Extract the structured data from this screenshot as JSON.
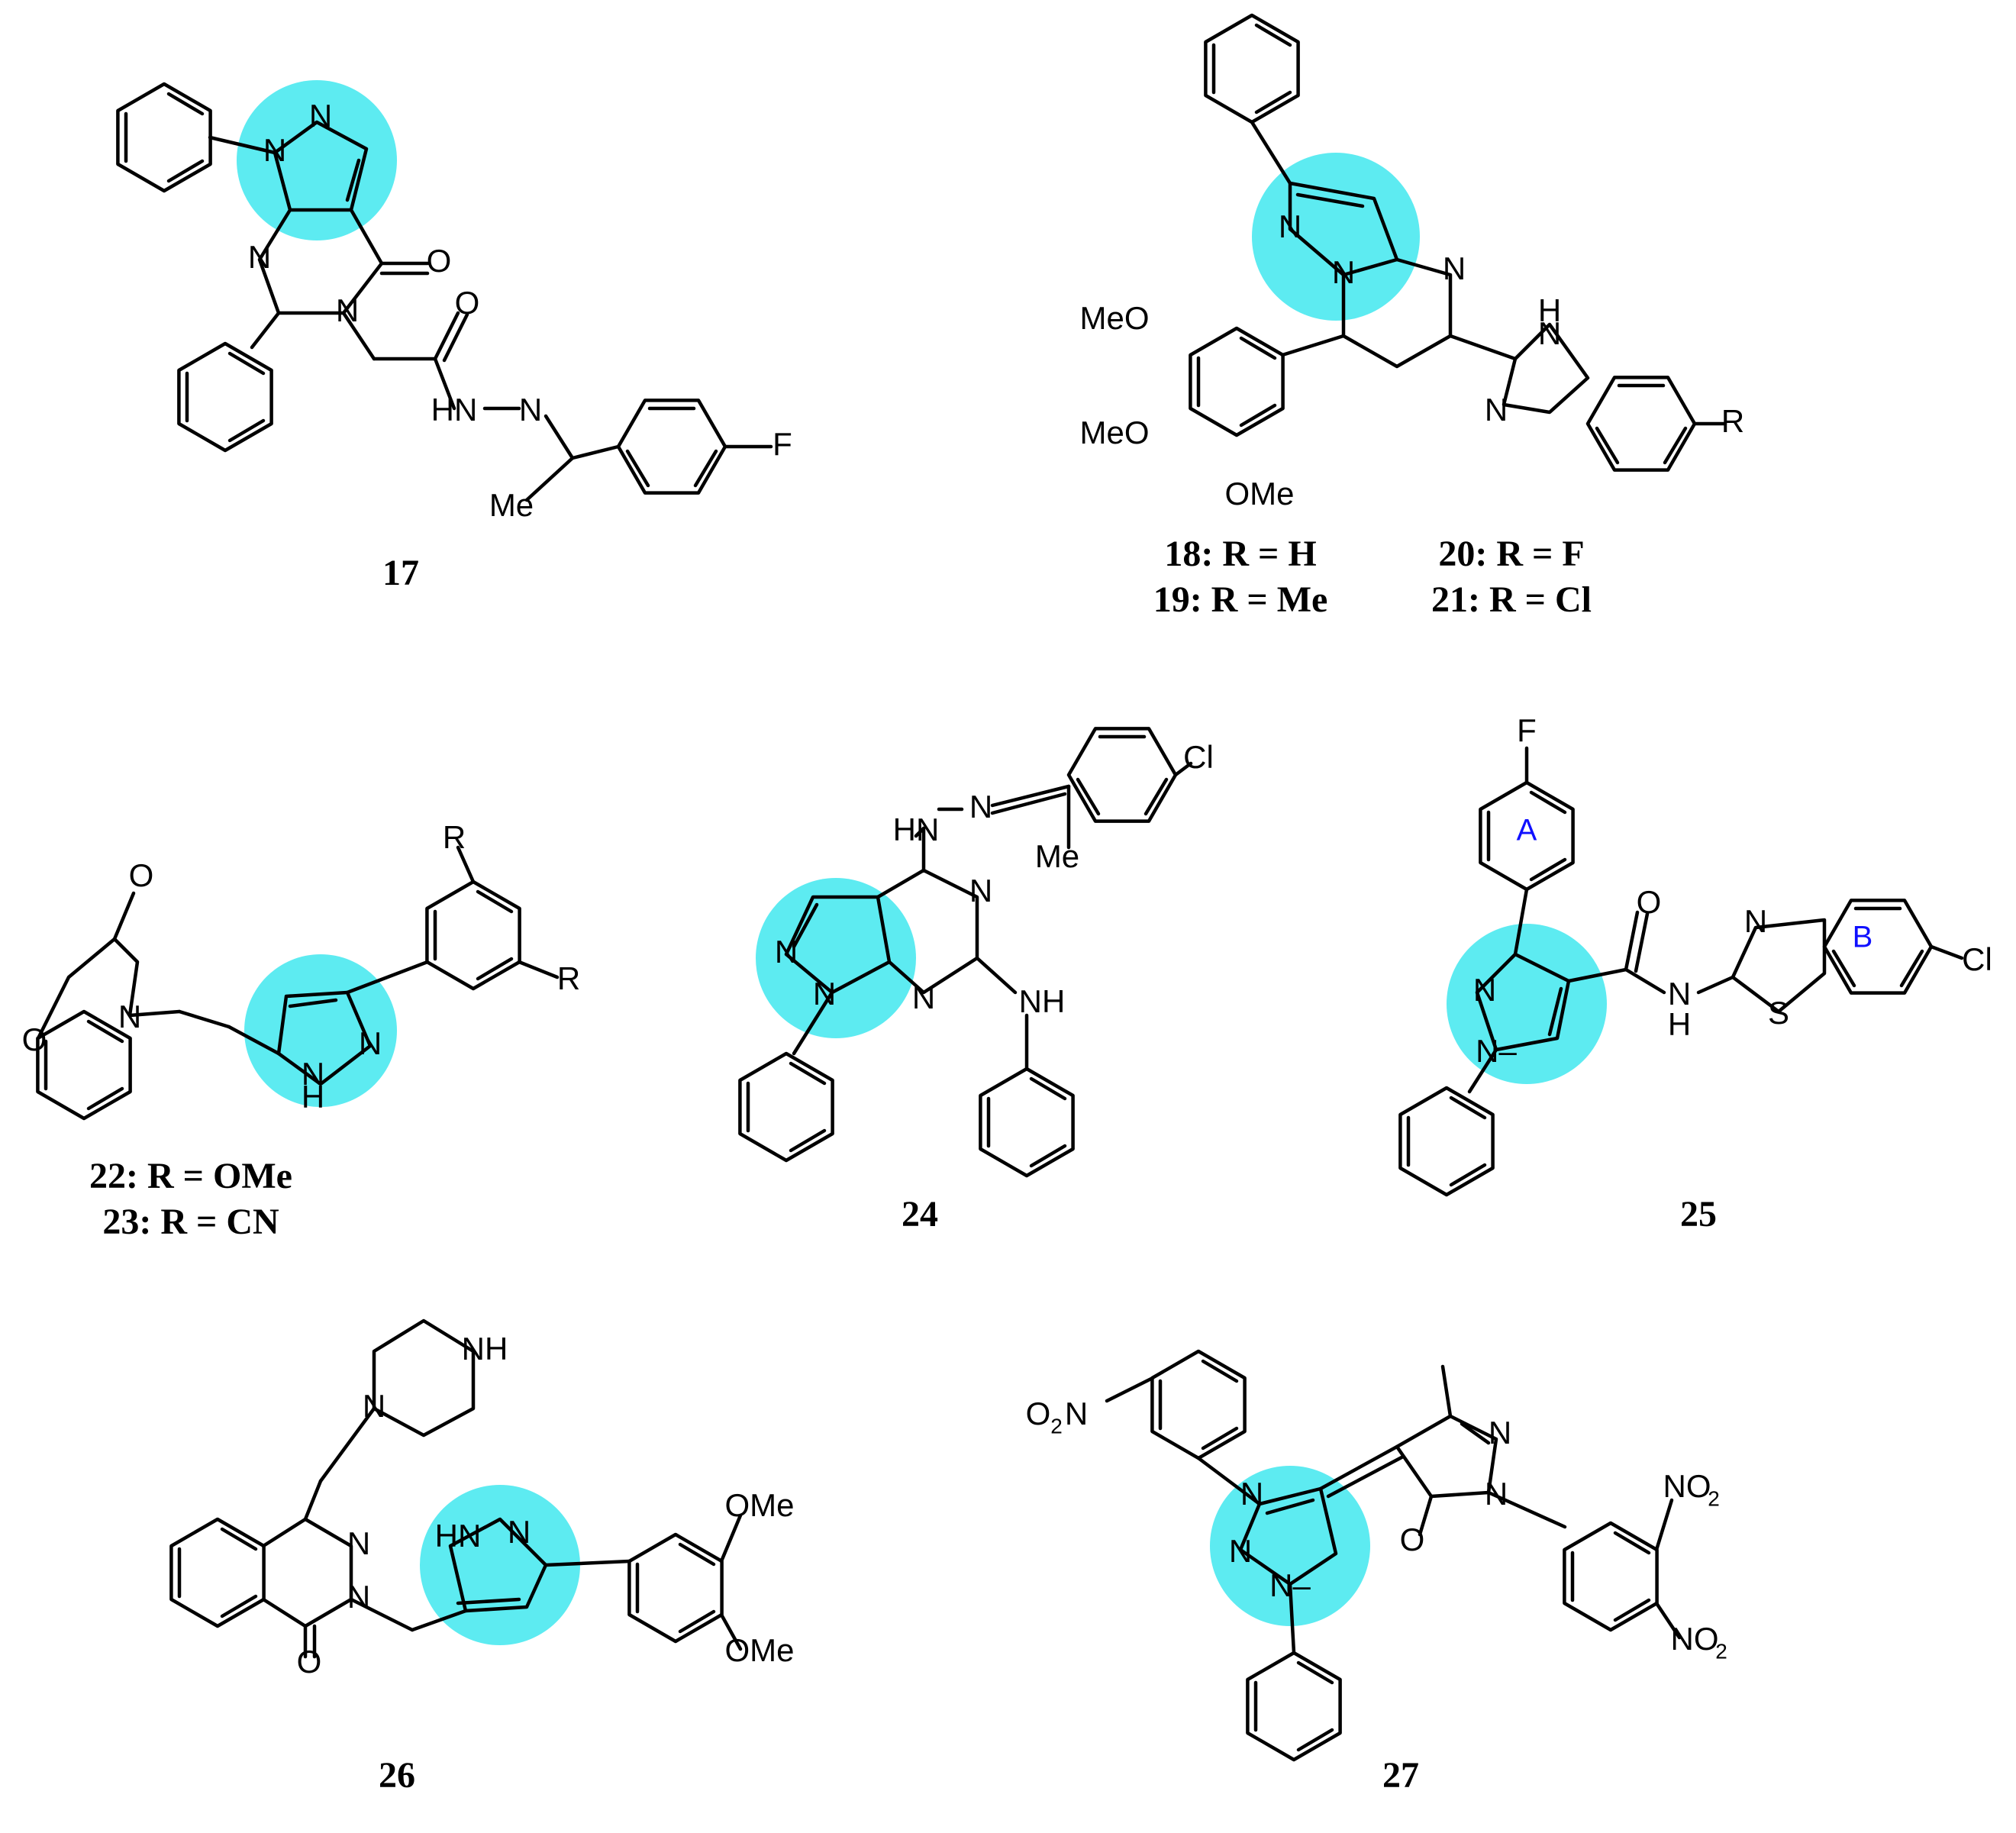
{
  "colors": {
    "highlight": "#34e6ee",
    "ring_label": "#1010ff",
    "bond": "#000000"
  },
  "compounds": {
    "c17": {
      "label": "17"
    },
    "c18_21": {
      "labels": [
        "18: R = H",
        "19: R = Me",
        "20: R = F",
        "21: R = Cl"
      ]
    },
    "c22_23": {
      "labels": [
        "22: R = OMe",
        "23: R = CN"
      ]
    },
    "c24": {
      "label": "24"
    },
    "c25": {
      "label": "25",
      "ring_a": "A",
      "ring_b": "B"
    },
    "c26": {
      "label": "26"
    },
    "c27": {
      "label": "27"
    }
  },
  "atoms": {
    "N": "N",
    "O": "O",
    "F": "F",
    "Cl": "Cl",
    "S": "S",
    "R": "R",
    "Me": "Me",
    "MeO": "MeO",
    "OMe": "OMe",
    "HN": "HN",
    "NH": "NH",
    "H": "H",
    "N_minus": "N–",
    "O2N_main": "O",
    "O2N_sub": "2",
    "O2N_tail": "N",
    "NO2_main": "NO",
    "NO2_sub": "2"
  }
}
